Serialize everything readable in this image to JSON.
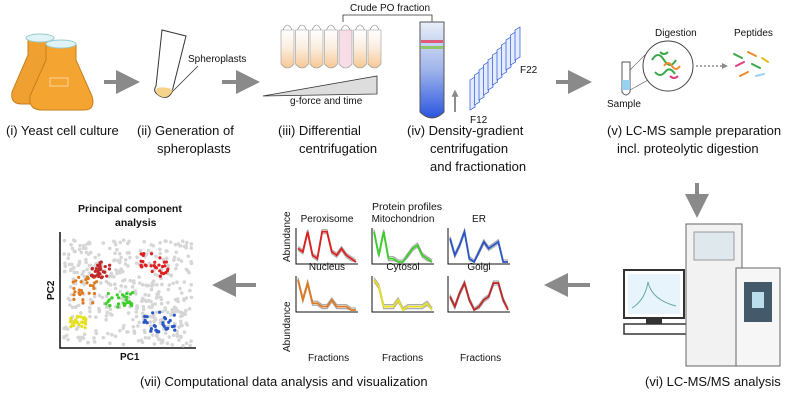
{
  "steps": {
    "i": {
      "label": "(i) Yeast cell culture"
    },
    "ii": {
      "label_line1": "(ii) Generation of",
      "label_line2": "spheroplasts",
      "annotation": "Spheroplasts"
    },
    "iii": {
      "label_line1": "(iii) Differential",
      "label_line2": "centrifugation",
      "wedge_label": "g-force and time"
    },
    "iv": {
      "label_line1": "(iv) Density-gradient",
      "label_line2": "centrifugation",
      "label_line3": "and fractionation",
      "crude_label": "Crude PO fraction",
      "f_start": "F12",
      "f_end": "F22"
    },
    "v": {
      "label_line1": "(v) LC-MS sample preparation",
      "label_line2": "incl. proteolytic digestion",
      "sample": "Sample",
      "digestion": "Digestion",
      "peptides": "Peptides"
    },
    "vi": {
      "label": "(vi) LC-MS/MS analysis"
    },
    "vii": {
      "label": "(vii) Computational data analysis and visualization"
    }
  },
  "profiles": {
    "title": "Protein profiles",
    "y_label": "Abundance",
    "x_label": "Fractions",
    "panels": [
      {
        "name": "Peroxisome",
        "color": "#e02020"
      },
      {
        "name": "Mitochondrion",
        "color": "#3ccf2a"
      },
      {
        "name": "ER",
        "color": "#2a56c8"
      },
      {
        "name": "Nucleus",
        "color": "#e07a20"
      },
      {
        "name": "Cytosol",
        "color": "#e6e020"
      },
      {
        "name": "Golgi",
        "color": "#c02828"
      }
    ]
  },
  "pca": {
    "title_line1": "Principal component",
    "title_line2": "analysis",
    "x_label": "PC1",
    "y_label": "PC2"
  }
}
